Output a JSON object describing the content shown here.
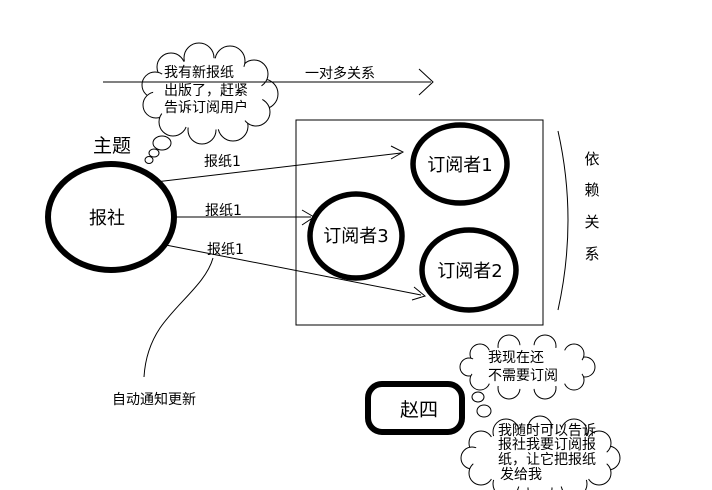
{
  "colors": {
    "ink": "#000000",
    "paper": "#ffffff"
  },
  "top_arrow": {
    "label": "一对多关系"
  },
  "publisher_thought": {
    "lines": [
      "我有新报纸",
      "出版了，赶紧",
      "告诉订阅用户"
    ]
  },
  "subject_label": "主题",
  "publisher": {
    "label": "报社"
  },
  "edges": {
    "labels": [
      "报纸1",
      "报纸1",
      "报纸1"
    ]
  },
  "subscribers": {
    "s1": "订阅者1",
    "s3": "订阅者3",
    "s2": "订阅者2"
  },
  "dependency": {
    "chars": [
      "依",
      "赖",
      "关",
      "系"
    ]
  },
  "auto_notify_label": "自动通知更新",
  "person": {
    "label": "赵四"
  },
  "person_thought_now": {
    "lines": [
      "我现在还",
      "不需要订阅"
    ]
  },
  "person_thought_future": {
    "lines": [
      "我随时可以告诉",
      "报社我要订阅报",
      "纸，让它把报纸",
      "发给我"
    ]
  }
}
